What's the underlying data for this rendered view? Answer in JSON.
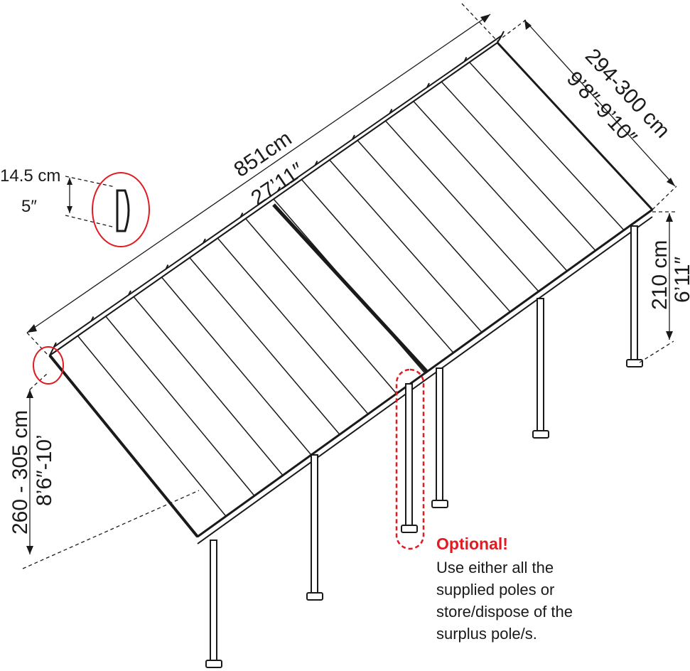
{
  "dimensions": {
    "length_metric": "851cm",
    "length_imperial": "27’11″",
    "depth_metric": "294-300 cm",
    "depth_imperial": "9’8″-9’10″",
    "rear_height_metric": "210 cm",
    "rear_height_imperial": "6’11″",
    "front_height_metric": "260 - 305 cm",
    "front_height_imperial": "8’6″-10’",
    "gutter_metric": "14.5 cm",
    "gutter_imperial": "5″"
  },
  "note": {
    "title": "Optional!",
    "lines": [
      "Use either all the",
      "supplied poles or",
      "store/dispose of the",
      "surplus pole/s."
    ]
  },
  "colors": {
    "line": "#1a1a1a",
    "highlight": "#e11b22",
    "panel": "#ffffff"
  }
}
